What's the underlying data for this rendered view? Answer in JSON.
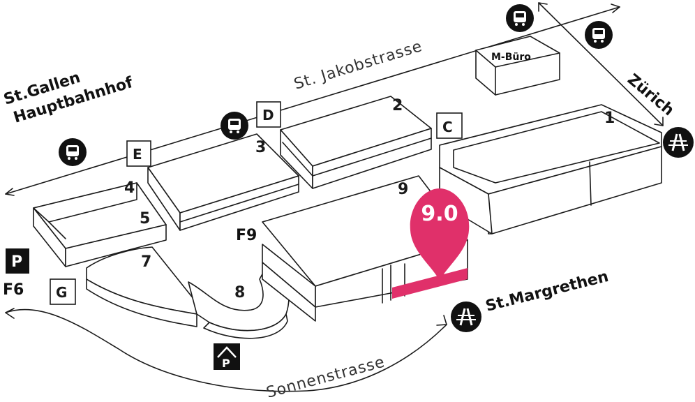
{
  "streets": {
    "jakob": "St. Jakobstrasse",
    "sonnen": "Sonnenstrasse"
  },
  "places": {
    "stgallen_line1": "St.Gallen",
    "stgallen_line2": "Hauptbahnhof",
    "zurich": "Zürich",
    "stmargrethen": "St.Margrethen",
    "f6": "F6",
    "f9": "F9"
  },
  "buildings": {
    "b1": "1",
    "b2": "2",
    "b3": "3",
    "b4": "4",
    "b5": "5",
    "b7": "7",
    "b8": "8",
    "b9": "9",
    "mbuero": "M-Büro"
  },
  "gates": {
    "c": "C",
    "d": "D",
    "e": "E",
    "g": "G"
  },
  "parking": {
    "p_label": "P"
  },
  "marker": {
    "label": "9.0",
    "color": "#e0306a"
  },
  "icons": {
    "bus": "bus-icon",
    "highway": "motorway-icon",
    "parking": "parking-icon"
  }
}
